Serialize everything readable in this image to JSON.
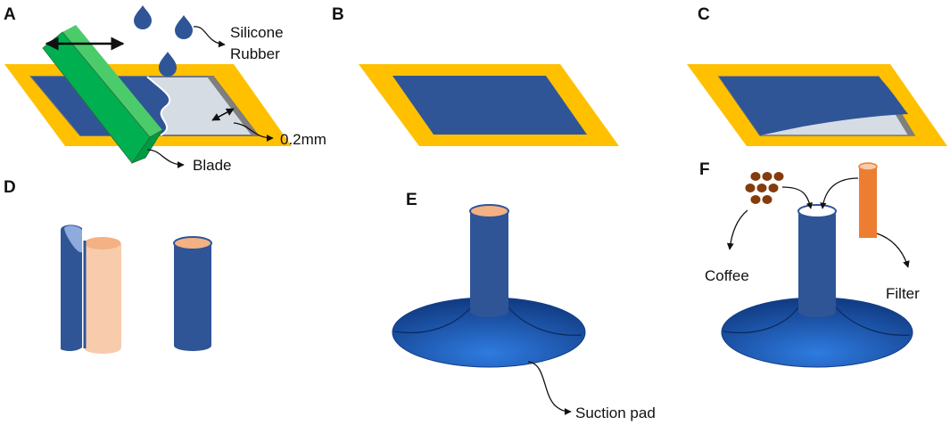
{
  "panels": {
    "a": "A",
    "b": "B",
    "c": "C",
    "d": "D",
    "e": "E",
    "f": "F"
  },
  "labels": {
    "silicone_line1": "Silicone",
    "silicone_line2": "Rubber",
    "thickness": "0.2mm",
    "blade": "Blade",
    "suction_pad": "Suction pad",
    "coffee": "Coffee",
    "filter": "Filter"
  },
  "colors": {
    "frame_yellow": "#FFC000",
    "silicone_blue": "#2F5597",
    "blade_green": "#00B050",
    "light_gray": "#D6DCE4",
    "skin_peach": "#F8CBAD",
    "filter_orange": "#ED7D31",
    "coffee_brown": "#843C0C",
    "pad_blue": "#1F4E9C"
  },
  "icons": [
    "silicone-drop-icon",
    "double-arrow-icon",
    "coffee-bean-icon"
  ]
}
